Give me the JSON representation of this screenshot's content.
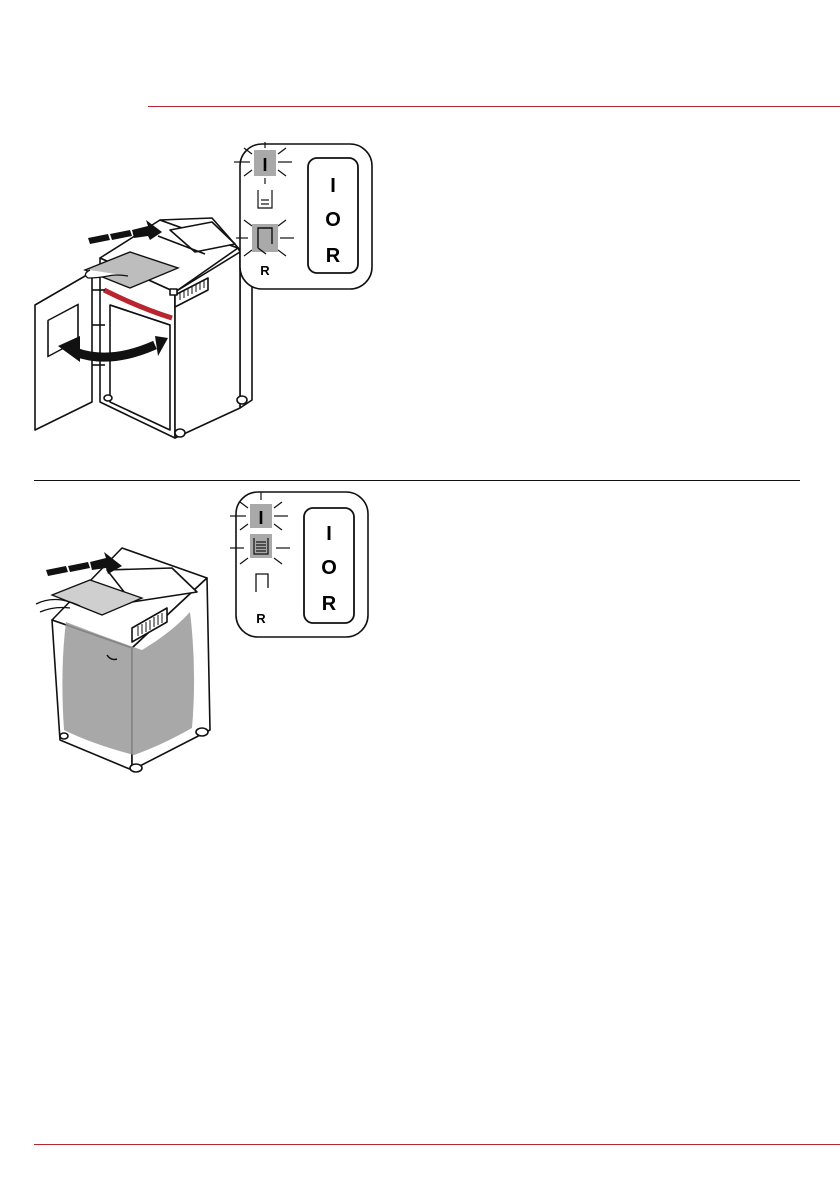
{
  "colors": {
    "accent_red": "#b8242f",
    "black_rule": "#111111",
    "indicator_gray": "#a9a9a9",
    "bin_shade": "#999999"
  },
  "section1": {
    "panel": {
      "switch_labels": [
        "I",
        "O",
        "R"
      ],
      "indicator_reverse_label": "R",
      "lit_indicators": [
        "power",
        "door-open"
      ]
    }
  },
  "section2": {
    "panel": {
      "switch_labels": [
        "I",
        "O",
        "R"
      ],
      "indicator_reverse_label": "R",
      "lit_indicators": [
        "power",
        "bin-full"
      ]
    }
  }
}
